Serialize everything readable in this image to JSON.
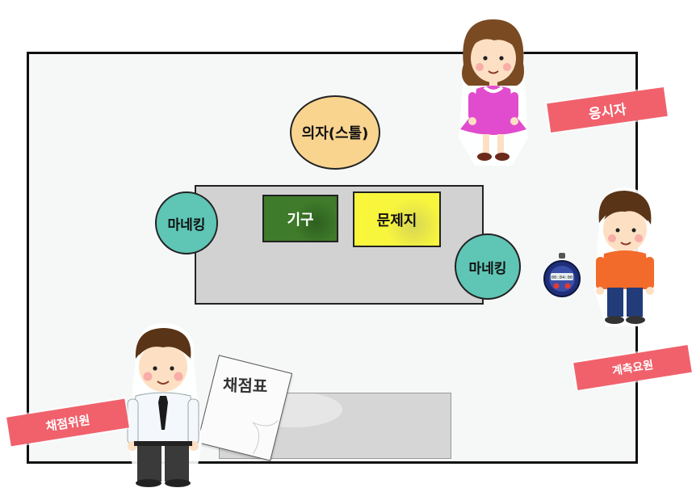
{
  "room": {
    "chair_label": "의자(스툴)",
    "marking_label": "마네킹",
    "tools_label": "기구",
    "question_label": "문제지",
    "scoresheet_label": "채점표",
    "stopwatch_display": "00:04:00"
  },
  "roles": {
    "examinee": "응시자",
    "timekeeper": "계측요원",
    "grader": "채점위원"
  },
  "colors": {
    "room_bg": "#f6f8f8",
    "table": "#d2d2d2",
    "chair": "#f8d48f",
    "marking": "#5fc5b5",
    "tools": "#3e7b2a",
    "question": "#faf63c",
    "banner": "#f0616c"
  }
}
